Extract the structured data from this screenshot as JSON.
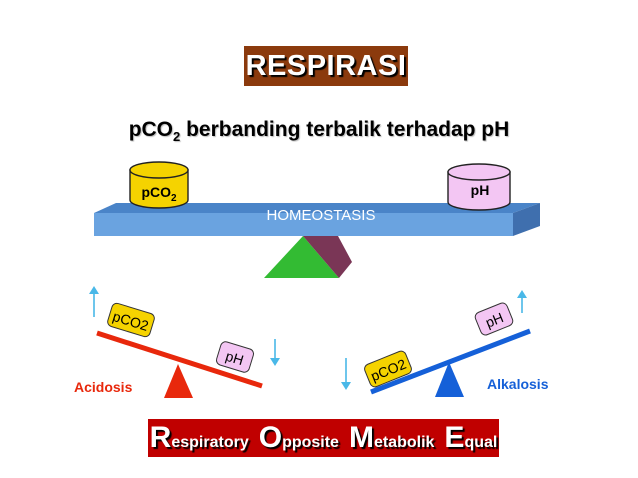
{
  "title": "RESPIRASI",
  "subtitle": {
    "prefix": "pCO",
    "sub": "2",
    "suffix": " berbanding terbalik terhadap pH"
  },
  "main_balance": {
    "left_can_prefix": "pCO",
    "left_can_sub": "2",
    "right_can": "pH",
    "beam_label": "HOMEOSTASIS"
  },
  "acidosis": {
    "label": "Acidosis",
    "up_box": "pCO2",
    "down_box": "pH"
  },
  "alkalosis": {
    "label": "Alkalosis",
    "up_box": "pH",
    "down_box": "pCO2"
  },
  "footer": {
    "words": [
      {
        "initial": "R",
        "rest": "espiratory"
      },
      {
        "initial": "O",
        "rest": "pposite"
      },
      {
        "initial": "M",
        "rest": "etabolik"
      },
      {
        "initial": "E",
        "rest": "qual"
      }
    ]
  },
  "colors": {
    "title_bg": "#8b3a0d",
    "can_left": "#f5d300",
    "can_right": "#f3c6f3",
    "beam": "#6aa3e0",
    "acidosis": "#e8280c",
    "alkalosis": "#1560d8",
    "footer_bg": "#c00000",
    "arrow": "#49b8e8"
  }
}
